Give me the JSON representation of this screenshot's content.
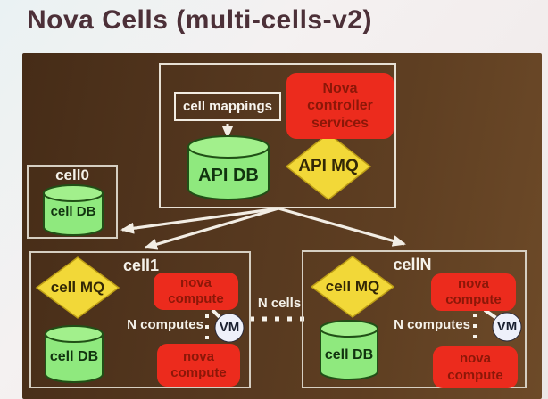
{
  "title": "Nova Cells (multi-cells-v2)",
  "api_cell": {
    "cell_mappings": "cell mappings",
    "controller": "Nova controller services",
    "api_db": "API DB",
    "api_mq": "API MQ"
  },
  "cell0": {
    "name": "cell0",
    "cell_db": "cell DB"
  },
  "cell1": {
    "name": "cell1",
    "cell_mq": "cell MQ",
    "cell_db": "cell DB",
    "nova_compute_1": "nova compute",
    "nova_compute_2": "nova compute",
    "vm": "VM",
    "n_computes": "N computes"
  },
  "cellN": {
    "name": "cellN",
    "cell_mq": "cell MQ",
    "cell_db": "cell DB",
    "nova_compute_1": "nova compute",
    "nova_compute_2": "nova compute",
    "vm": "VM",
    "n_computes": "N computes"
  },
  "n_cells": "N cells",
  "colors": {
    "red": "#ec2b1d",
    "green": "#8fe97e",
    "green_top": "#a2f08c",
    "yellow": "#f2d838",
    "background_dark": "#583a22",
    "text_on_red": "#8c1708",
    "line_white": "#f2ede4"
  }
}
